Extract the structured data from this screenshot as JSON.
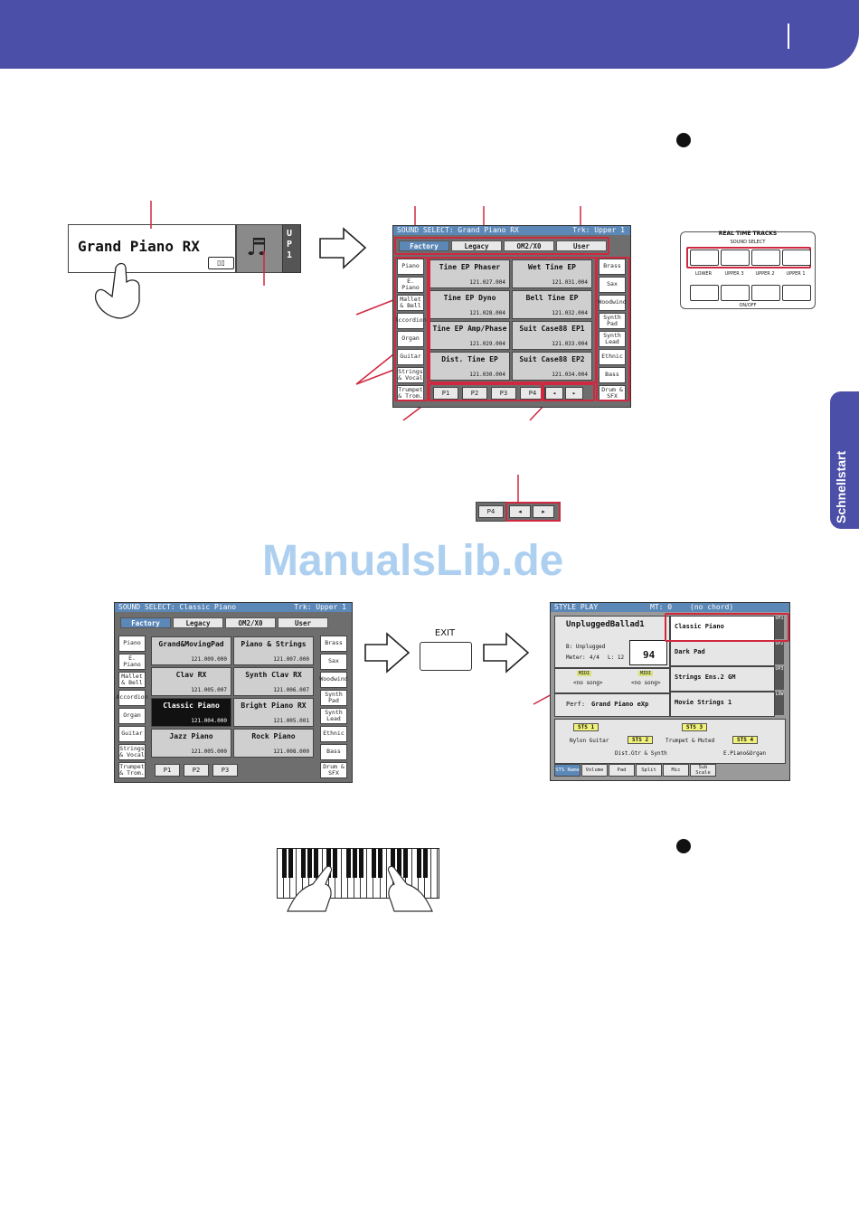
{
  "header": {
    "accent": "#4b4fa8"
  },
  "side_tab": {
    "label": "Schnellstart"
  },
  "watermark": "ManualsLib.de",
  "track_display": {
    "sound_name": "Grand Piano RX",
    "track_label": "UP1"
  },
  "sound_select_1": {
    "title": "SOUND SELECT: Grand Piano RX",
    "track": "Trk: Upper 1",
    "tabs": [
      "Factory",
      "Legacy",
      "OM2/X0",
      "User"
    ],
    "left_buttons": [
      "Piano",
      "E. Piano",
      "Mallet & Bell",
      "Accordion",
      "Organ",
      "Guitar",
      "Strings & Vocal",
      "Trumpet & Trom."
    ],
    "right_buttons": [
      "Brass",
      "Sax",
      "Woodwind",
      "Synth Pad",
      "Synth Lead",
      "Ethnic",
      "Bass",
      "Drum & SFX"
    ],
    "sounds": [
      {
        "name": "Tine EP Phaser",
        "code": "121.027.004"
      },
      {
        "name": "Wet Tine EP",
        "code": "121.031.004"
      },
      {
        "name": "Tine EP Dyno",
        "code": "121.028.004"
      },
      {
        "name": "Bell Tine EP",
        "code": "121.032.004"
      },
      {
        "name": "Tine EP Amp/Phase",
        "code": "121.029.004"
      },
      {
        "name": "Suit Case88 EP1",
        "code": "121.033.004"
      },
      {
        "name": "Dist. Tine EP",
        "code": "121.030.004"
      },
      {
        "name": "Suit Case88 EP2",
        "code": "121.034.004"
      }
    ],
    "pages": [
      "P1",
      "P2",
      "P3",
      "P4"
    ]
  },
  "rtt_panel": {
    "title": "REAL TIME TRACKS",
    "sound_select": "SOUND SELECT",
    "labels": [
      "LOWER",
      "UPPER 3",
      "UPPER 2",
      "UPPER 1"
    ],
    "onoff": "ON/OFF"
  },
  "page_nav_detail": {
    "page": "P4"
  },
  "sound_select_2": {
    "title": "SOUND SELECT: Classic Piano",
    "track": "Trk: Upper 1",
    "tabs": [
      "Factory",
      "Legacy",
      "OM2/X0",
      "User"
    ],
    "left_buttons": [
      "Piano",
      "E. Piano",
      "Mallet & Bell",
      "Accordion",
      "Organ",
      "Guitar",
      "Strings & Vocal",
      "Trumpet & Trom."
    ],
    "right_buttons": [
      "Brass",
      "Sax",
      "Woodwind",
      "Synth Pad",
      "Synth Lead",
      "Ethnic",
      "Bass",
      "Drum & SFX"
    ],
    "sounds": [
      {
        "name": "Grand&MovingPad",
        "code": "121.009.000"
      },
      {
        "name": "Piano & Strings",
        "code": "121.007.000"
      },
      {
        "name": "Clav RX",
        "code": "121.005.007"
      },
      {
        "name": "Synth Clav RX",
        "code": "121.006.007"
      },
      {
        "name": "Classic Piano",
        "code": "121.004.000"
      },
      {
        "name": "Bright Piano RX",
        "code": "121.005.001"
      },
      {
        "name": "Jazz Piano",
        "code": "121.005.000"
      },
      {
        "name": "Rock Piano",
        "code": "121.008.000"
      }
    ],
    "pages": [
      "P1",
      "P2",
      "P3"
    ]
  },
  "exit_button": {
    "label": "EXIT"
  },
  "style_play": {
    "title": "STYLE PLAY",
    "mt": "MT: 0",
    "chord": "(no chord)",
    "style_name": "UnpluggedBallad1",
    "style_bank": "B: Unplugged",
    "meter_label": "Meter:",
    "meter": "4/4",
    "length": "L: 12",
    "tempo": "94",
    "pad1": "<no song>",
    "pad2": "<no song>",
    "midi": "MIDI",
    "perf": "Perf:",
    "perf_name": "Grand Piano eXp",
    "tracks": [
      {
        "name": "Classic Piano",
        "label": "UP1"
      },
      {
        "name": "Dark Pad",
        "label": "UP2"
      },
      {
        "name": "Strings Ens.2 GM",
        "label": "UP3"
      },
      {
        "name": "Movie Strings 1",
        "label": "LOW"
      }
    ],
    "sts": [
      {
        "tag": "STS 1",
        "name": "Nylon Guitar"
      },
      {
        "tag": "STS 2",
        "name": "Dist.Gtr & Synth"
      },
      {
        "tag": "STS 3",
        "name": "Trumpet & Muted"
      },
      {
        "tag": "STS 4",
        "name": "E.Piano&Organ"
      }
    ],
    "bottom_tabs": [
      "STS Name",
      "Volume",
      "Pad",
      "Split",
      "Mic",
      "Sub Scale"
    ]
  }
}
